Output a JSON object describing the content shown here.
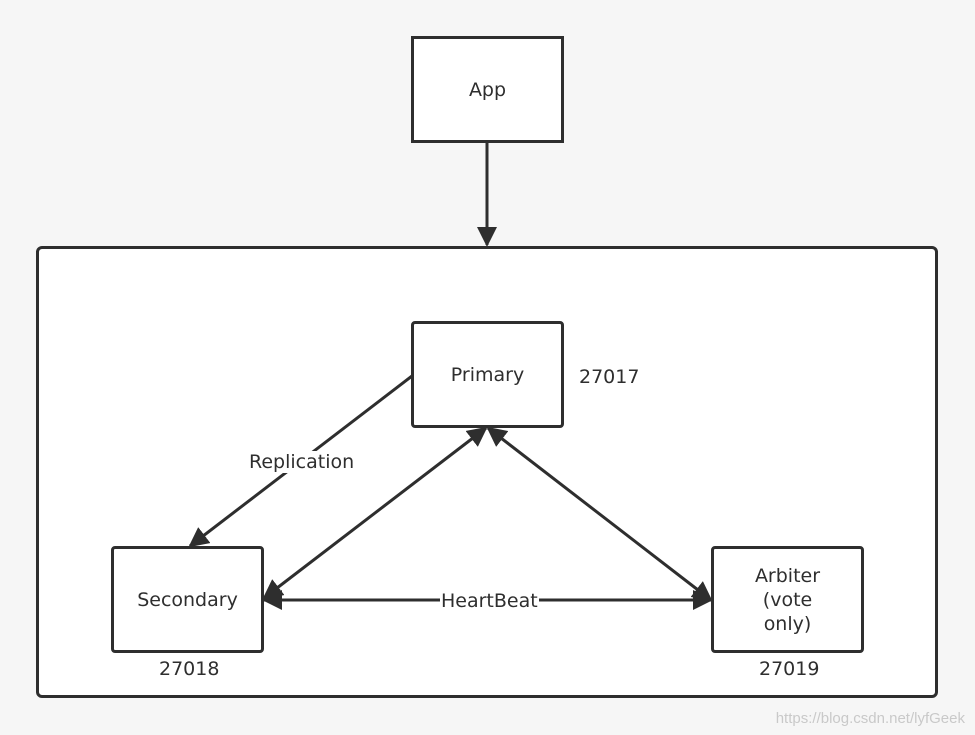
{
  "nodes": {
    "app": {
      "label": "App"
    },
    "primary": {
      "label": "Primary",
      "port": "27017"
    },
    "secondary": {
      "label": "Secondary",
      "port": "27018"
    },
    "arbiter": {
      "label": "Arbiter\n(vote\nonly)",
      "port": "27019"
    }
  },
  "edges": {
    "replication": "Replication",
    "heartbeat": "HeartBeat"
  },
  "watermark": "https://blog.csdn.net/lyfGeek",
  "colors": {
    "stroke": "#2e2e2e",
    "background": "#f6f6f6",
    "box_fill": "#ffffff",
    "watermark": "#c9c9c9"
  }
}
